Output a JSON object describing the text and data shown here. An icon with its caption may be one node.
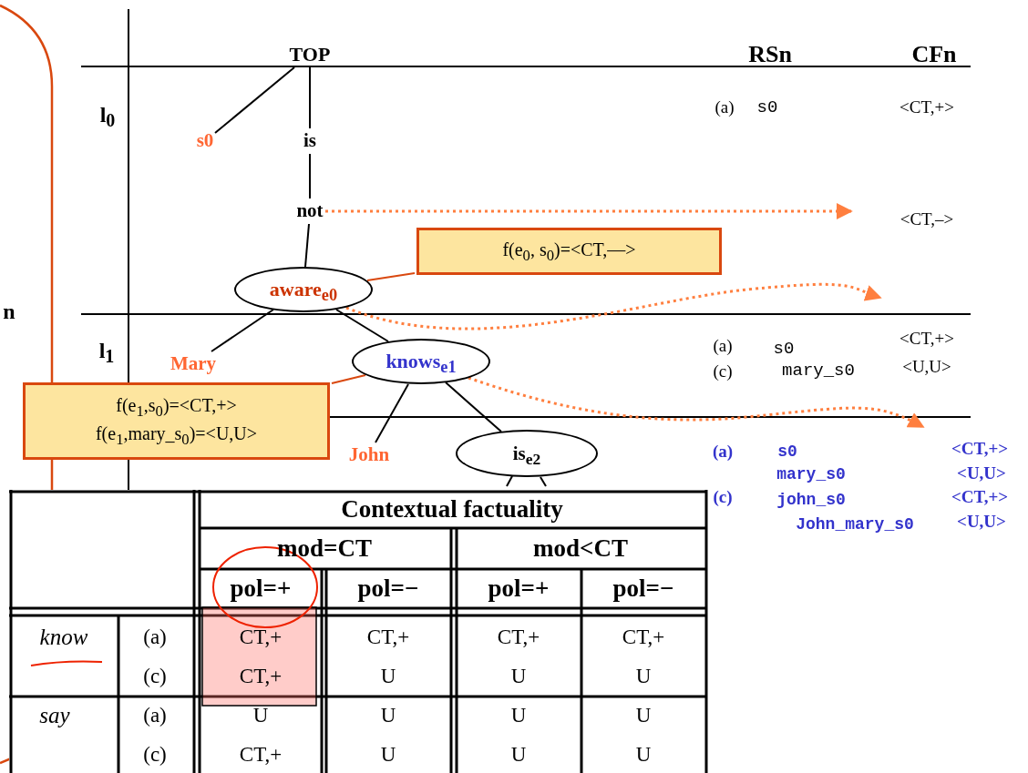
{
  "diagram": {
    "nodes": [
      {
        "text": [
          "TOP"
        ]
      },
      {
        "text": [
          "s0"
        ]
      },
      {
        "text": [
          "is"
        ]
      },
      {
        "text": [
          "not"
        ]
      },
      {
        "text": [
          "aware$_{e0}$"
        ]
      },
      {
        "text": [
          "f(e$_{0}$, s$_{0}$)=<CT,—>"
        ]
      },
      {
        "text": [
          "Mary"
        ]
      },
      {
        "text": [
          "knows$_{e1}$"
        ]
      },
      {
        "text": [
          "f(e$_{1}$,s$_{0}$)=<CT,+>",
          "f(e$_{1}$,mary_s$_{0}$)=<U,U>"
        ]
      },
      {
        "text": [
          "John"
        ]
      },
      {
        "text": [
          "is$_{e2}$"
        ]
      }
    ],
    "edges": [
      {
        "from": 0,
        "to": 1,
        "arrow": "none"
      },
      {
        "from": 0,
        "to": 2,
        "arrow": "none"
      },
      {
        "from": 2,
        "to": 3,
        "arrow": "none"
      },
      {
        "from": 3,
        "to": 4,
        "arrow": "none"
      },
      {
        "from": 4,
        "to": 5,
        "arrow": "none",
        "color": "#d9480f"
      },
      {
        "from": 3,
        "to": null,
        "arrow": "to",
        "style": "dashed",
        "color": "#ff7f3f"
      },
      {
        "from": 4,
        "to": null,
        "arrow": "to",
        "style": "dashed",
        "color": "#ff7f3f"
      },
      {
        "from": 4,
        "to": 6,
        "arrow": "none"
      },
      {
        "from": 4,
        "to": 7,
        "arrow": "none"
      },
      {
        "from": 7,
        "to": 8,
        "arrow": "none",
        "color": "#d9480f"
      },
      {
        "from": 7,
        "to": null,
        "arrow": "to",
        "style": "dashed",
        "color": "#ff7f3f"
      },
      {
        "from": 7,
        "to": 9,
        "arrow": "none"
      },
      {
        "from": 7,
        "to": 10,
        "arrow": "none"
      },
      {
        "from": 10,
        "to": null,
        "arrow": "none"
      },
      {
        "from": 10,
        "to": null,
        "arrow": "none"
      }
    ],
    "labels": [
      "RSn",
      "CFn",
      "l$_{0}$",
      "(a)",
      "s0",
      "<CT,+>",
      "<CT,–>",
      "n",
      "l$_{1}$",
      "(a)",
      "s0",
      "<CT,+>",
      "(c)",
      "mary_s0",
      "<U,U>",
      "(a)",
      "s0",
      "<CT,+>",
      "mary_s0",
      "<U,U>",
      "(c)",
      "john_s0",
      "<CT,+>",
      "John_mary_s0",
      "<U,U>",
      "Contextual factuality",
      "mod=CT",
      "mod<CT",
      "pol=+",
      "pol=−",
      "pol=+",
      "pol=−",
      "know",
      "(a)",
      "CT,+",
      "CT,+",
      "CT,+",
      "CT,+",
      "(c)",
      "CT,+",
      "U",
      "U",
      "U",
      "say",
      "(a)",
      "U",
      "U",
      "U",
      "U",
      "(c)",
      "CT,+",
      "U",
      "U",
      "U"
    ]
  }
}
